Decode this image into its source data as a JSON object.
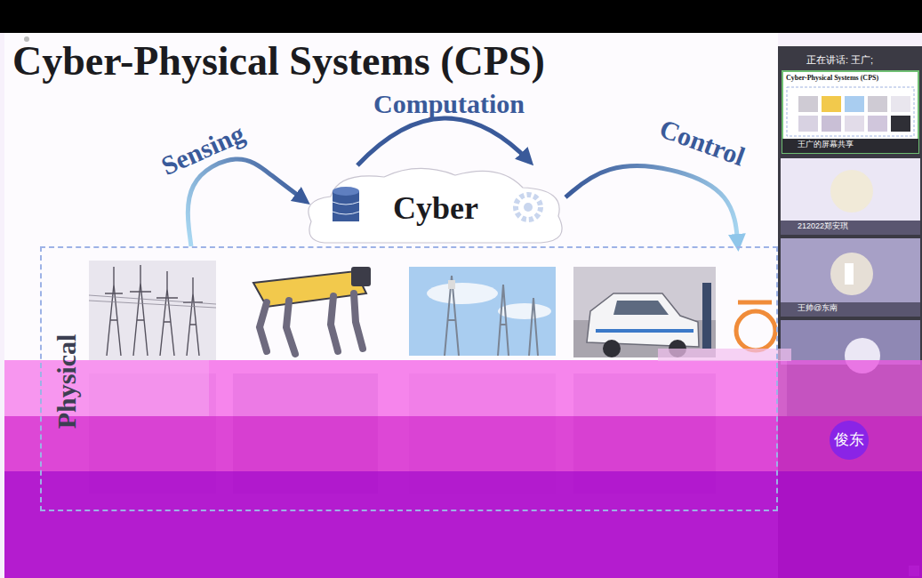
{
  "diagram": {
    "title": "Cyber-Physical Systems (CPS)",
    "nodes": [
      {
        "text": [
          "Cyber"
        ]
      },
      {
        "text": [
          "Physical"
        ]
      }
    ],
    "edges": [
      {
        "from": 1,
        "to": 0,
        "label": "Sensing",
        "arrow": "to"
      },
      {
        "from": 0,
        "to": 1,
        "label": "Control",
        "arrow": "to"
      }
    ],
    "labels": [
      "Computation",
      "正在讲话: 王广;",
      "Cyber-Physical Systems (CPS)",
      "王广的屏幕共享",
      "212022郑安琪",
      "王帅@东南",
      "俊东"
    ]
  }
}
